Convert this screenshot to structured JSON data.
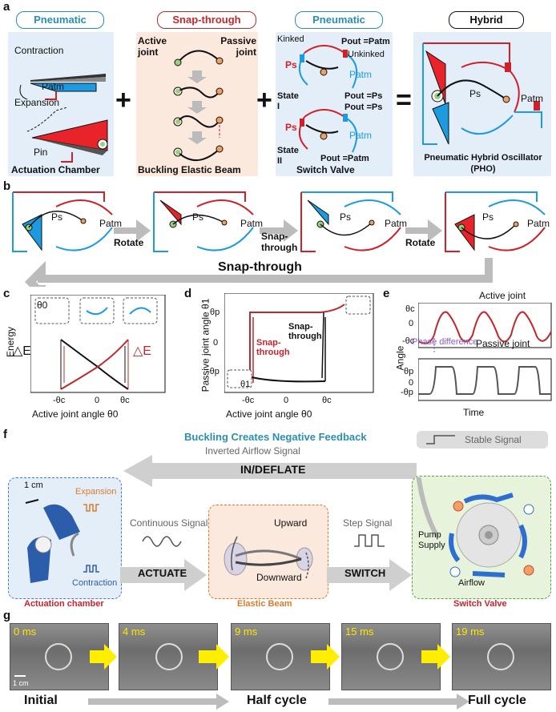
{
  "panels": {
    "a": "a",
    "b": "b",
    "c": "c",
    "d": "d",
    "e": "e",
    "f": "f",
    "g": "g"
  },
  "a": {
    "pneumatic1_title": "Pneumatic",
    "contraction": "Contraction",
    "p_atm": "Patm",
    "expansion": "Expansion",
    "p_in": "Pin",
    "actuation_chamber": "Actuation Chamber",
    "snap_title": "Snap-through",
    "active_joint": "Active joint",
    "passive_joint": "Passive joint",
    "buckling_beam": "Buckling Elastic Beam",
    "pneumatic2_title": "Pneumatic",
    "kinked": "Kinked",
    "unkinked": "Unkinked",
    "pout_patm": "Pout =Patm",
    "pout_ps": "Pout =Ps",
    "state1": "State I",
    "state2": "State II",
    "ps": "Ps",
    "patm": "Patm",
    "switch_valve": "Switch Valve",
    "hybrid_title": "Hybrid",
    "pho_label": "Pneumatic Hybrid Oscillator (PHO)",
    "plus": "+",
    "equals": "="
  },
  "b": {
    "rotate1": "Rotate",
    "snap": "Snap-through",
    "rotate2": "Rotate",
    "snap_through_bottom": "Snap-through",
    "ps": "Ps",
    "patm": "Patm"
  },
  "c": {
    "ylabel": "Energy",
    "xlabel": "Active joint angle θ0",
    "ticks": [
      "-θc",
      "0",
      "θc"
    ],
    "delta_e": "△E",
    "theta0": "θ0"
  },
  "d": {
    "ylabel": "Passive joint angle θ1",
    "xlabel": "Active joint angle θ0",
    "xticks": [
      "-θc",
      "0",
      "θc"
    ],
    "yticks": [
      "θp",
      "0",
      "-θp"
    ],
    "snap_red": "Snap-through",
    "snap_black": "Snap-through",
    "theta1": "θ1"
  },
  "e": {
    "active": "Active joint",
    "passive": "Passive joint",
    "ylabel": "Angle",
    "xlabel": "Time",
    "top_ticks": [
      "θc",
      "0",
      "-θc"
    ],
    "bottom_ticks": [
      "θp",
      "0",
      "-θp"
    ],
    "phase_difference": "Phase difference"
  },
  "f": {
    "title": "Buckling Creates Negative Feedback",
    "inverted": "Inverted Airflow Signal",
    "in_deflate": "IN/DEFLATE",
    "stable_signal": "Stable Signal",
    "scale": "1 cm",
    "expansion": "Expansion",
    "contraction": "Contraction",
    "continuous_signal": "Continuous Signal",
    "actuate": "ACTUATE",
    "upward": "Upward",
    "downward": "Downward",
    "step_signal": "Step Signal",
    "switch": "SWITCH",
    "pump_supply": "Pump Supply",
    "airflow": "Airflow",
    "actuation_chamber": "Actuation chamber",
    "elastic_beam": "Elastic Beam",
    "switch_valve": "Switch Valve"
  },
  "g": {
    "times": [
      "0 ms",
      "4 ms",
      "9 ms",
      "15 ms",
      "19 ms"
    ],
    "scale": "1 cm",
    "initial": "Initial",
    "half": "Half cycle",
    "full": "Full cycle"
  },
  "colors": {
    "blue": "#1d9be0",
    "red": "#d0202a",
    "teal": "#2a8fae",
    "pale_blue_bg": "#e3eef8",
    "pale_peach_bg": "#fbe9de"
  }
}
